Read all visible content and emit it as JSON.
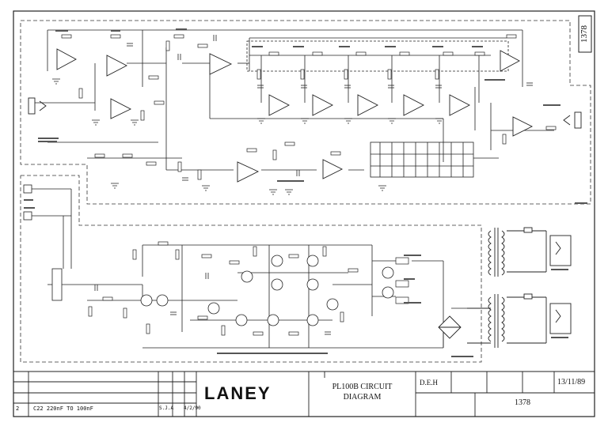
{
  "drawing": {
    "number": "1378",
    "side_number": "1378",
    "date": "13/11/89",
    "drawn_by": "D.E.H",
    "brand": "LANEY",
    "title_line1": "PL100B CIRCUIT",
    "title_line2": "DIAGRAM"
  },
  "revision": {
    "index": "2",
    "description": "C22  220nF  TO  100nF",
    "initials": "S.J.A",
    "date": "4/2/90"
  }
}
